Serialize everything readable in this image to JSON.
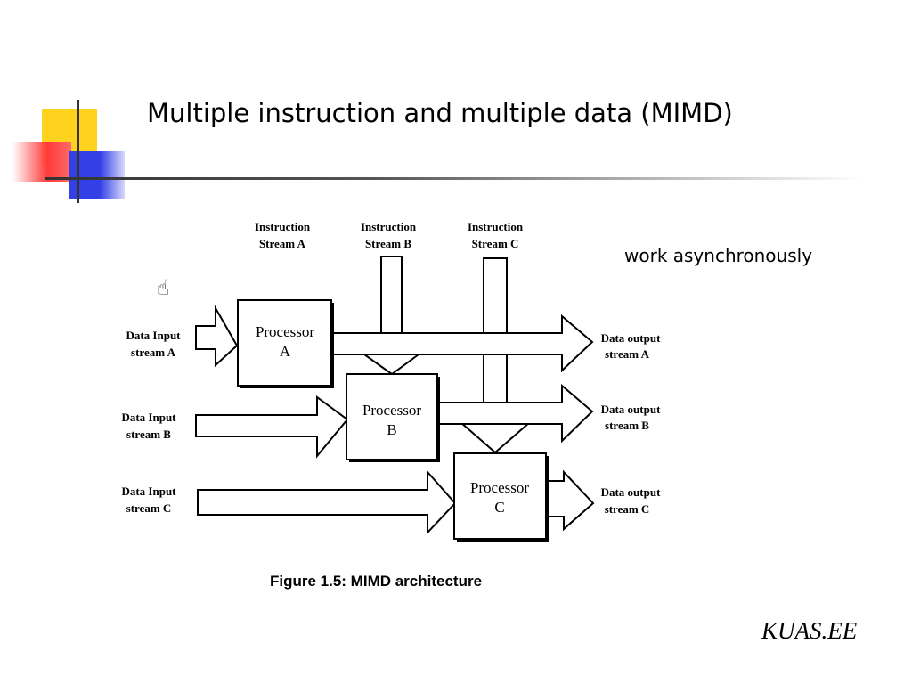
{
  "slide": {
    "title": "Multiple instruction and multiple data (MIMD)",
    "note": "work asynchronously",
    "footer": "KUAS.EE"
  },
  "colors": {
    "accent_yellow": "#ffd21e",
    "accent_red": "#ff3a3a",
    "accent_blue": "#3340e6",
    "rule": "#333333"
  },
  "figure": {
    "caption": "Figure 1.5:  MIMD architecture",
    "instruction_streams": [
      {
        "line1": "Instruction",
        "line2": "Stream A"
      },
      {
        "line1": "Instruction",
        "line2": "Stream B"
      },
      {
        "line1": "Instruction",
        "line2": "Stream C"
      }
    ],
    "data_inputs": [
      {
        "line1": "Data Input",
        "line2": "stream A"
      },
      {
        "line1": "Data Input",
        "line2": "stream B"
      },
      {
        "line1": "Data Input",
        "line2": "stream C"
      }
    ],
    "data_outputs": [
      {
        "line1": "Data output",
        "line2": "stream A"
      },
      {
        "line1": "Data output",
        "line2": "stream B"
      },
      {
        "line1": "Data output",
        "line2": "stream C"
      }
    ],
    "processors": [
      {
        "line1": "Processor",
        "line2": "A"
      },
      {
        "line1": "Processor",
        "line2": "B"
      },
      {
        "line1": "Processor",
        "line2": "C"
      }
    ]
  }
}
